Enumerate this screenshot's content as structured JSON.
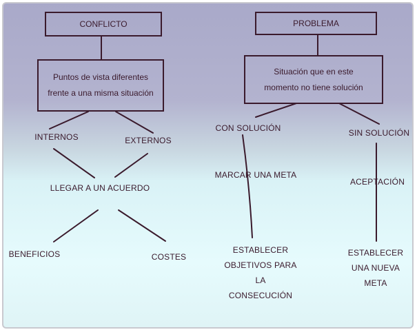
{
  "colors": {
    "ink": "#3a1a2c",
    "background_top": "#a9a9c9",
    "background_bottom": "#e6fbfd"
  },
  "conflicto": {
    "title": "CONFLICTO",
    "definition": "Puntos de vista diferentes\nfrente a una misma situación",
    "internos": "INTERNOS",
    "externos": "EXTERNOS",
    "acuerdo": "LLEGAR A UN ACUERDO",
    "beneficios": "BENEFICIOS",
    "costes": "COSTES"
  },
  "problema": {
    "title": "PROBLEMA",
    "definition": "Situación que en este\nmomento no tiene solución",
    "con_solucion": "CON SOLUCIÓN",
    "sin_solucion": "SIN SOLUCIÓN",
    "marcar_meta": "MARCAR UNA META",
    "aceptacion": "ACEPTACIÓN",
    "establecer_objetivos": "ESTABLECER\nOBJETIVOS PARA\nLA CONSECUCIÓN",
    "establecer_meta": "ESTABLECER\nUNA NUEVA\nMETA"
  }
}
